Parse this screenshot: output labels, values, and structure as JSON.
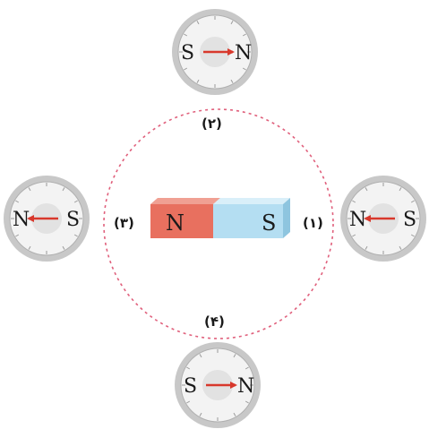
{
  "magnet": {
    "north_label": "N",
    "south_label": "S",
    "north_color": "#e8705f",
    "south_color": "#b4def2"
  },
  "compasses": [
    {
      "id": "1",
      "label": "(۱)",
      "left_letter": "N",
      "right_letter": "S",
      "arrow_direction": "left"
    },
    {
      "id": "2",
      "label": "(۲)",
      "left_letter": "S",
      "right_letter": "N",
      "arrow_direction": "right"
    },
    {
      "id": "3",
      "label": "(۳)",
      "left_letter": "N",
      "right_letter": "S",
      "arrow_direction": "left"
    },
    {
      "id": "4",
      "label": "(۴)",
      "left_letter": "S",
      "right_letter": "N",
      "arrow_direction": "right"
    }
  ],
  "colors": {
    "arrow": "#d8382c",
    "circle_dashed": "#e0607c",
    "compass_ring": "#c8c8c8",
    "compass_face": "#f3f3f3"
  }
}
